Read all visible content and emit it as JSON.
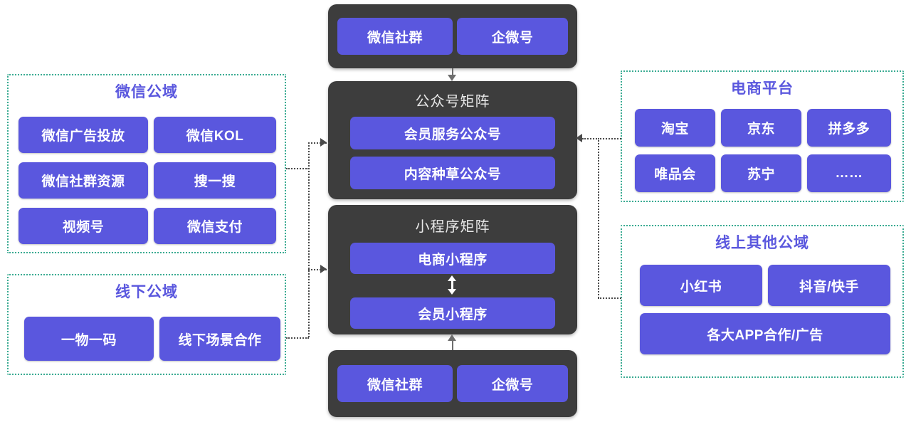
{
  "theme": {
    "chip_blue": "#5a57de",
    "dark_box": "#3d3d3d",
    "panel_dash": "#3aab92",
    "title_purple": "#5a57de",
    "connector_gray": "#4a4a4a",
    "background": "#ffffff"
  },
  "panels": {
    "wechat_public": {
      "title": "微信公域",
      "chips": [
        "微信广告投放",
        "微信KOL",
        "微信社群资源",
        "搜一搜",
        "视频号",
        "微信支付"
      ]
    },
    "offline_public": {
      "title": "线下公域",
      "chips": [
        "一物一码",
        "线下场景合作"
      ]
    },
    "ecommerce_platform": {
      "title": "电商平台",
      "chips": [
        "淘宝",
        "京东",
        "拼多多",
        "唯品会",
        "苏宁",
        "……"
      ]
    },
    "online_other_public": {
      "title": "线上其他公域",
      "chips": [
        "小红书",
        "抖音/快手",
        "各大APP合作/广告"
      ]
    }
  },
  "center": {
    "top_group": {
      "chips": [
        "微信社群",
        "企微号"
      ]
    },
    "official_account_matrix": {
      "title": "公众号矩阵",
      "chips": [
        "会员服务公众号",
        "内容种草公众号"
      ]
    },
    "miniprogram_matrix": {
      "title": "小程序矩阵",
      "chips": [
        "电商小程序",
        "会员小程序"
      ]
    },
    "bottom_group": {
      "chips": [
        "微信社群",
        "企微号"
      ]
    }
  }
}
